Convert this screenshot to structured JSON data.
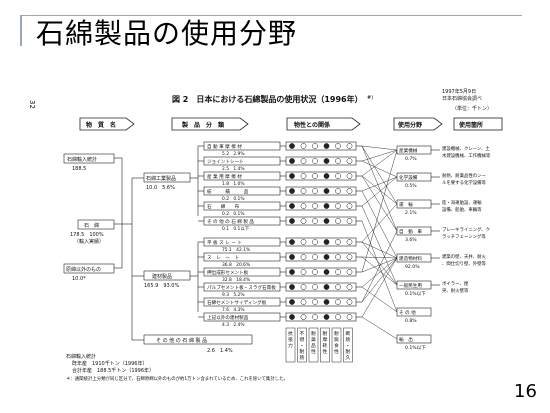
{
  "slide": {
    "title": "石綿製品の使用分野",
    "page_number": "16"
  },
  "figure": {
    "page_side_number": "32",
    "title": "図 2　日本における石綿製品の使用状況（1996年）",
    "title_note": "#)",
    "source_lines": [
      "1997年5月9日",
      "日本石綿協会調べ",
      "（単位：千トン）"
    ],
    "headers": {
      "material": "物　質　名",
      "products": "製　品　分　類",
      "properties": "物性との関係",
      "use_field": "使用分野",
      "use_examples": "使用箇所"
    },
    "materials": [
      {
        "name": "石綿輸入統計",
        "value": "188.5"
      },
      {
        "name": "石　綿",
        "value": "178.5　100%",
        "note": "（輸入実績）"
      },
      {
        "name": "原綿以外のもの",
        "value": "10.0*"
      }
    ],
    "groups": [
      {
        "name": "石綿工業製品",
        "value": "10.0　5.6%"
      },
      {
        "name": "建材製品",
        "value": "165.9　93.0%"
      },
      {
        "name": "そ の 他 の 石 綿 製 品",
        "value": "2.6　1.4%"
      }
    ],
    "products": [
      {
        "name": "自 動 車 摩 擦 材",
        "value": "5.2　2.9%"
      },
      {
        "name": "ジョイントシート",
        "value": "2.5　1.4%"
      },
      {
        "name": "産 業 用 摩 擦 材",
        "value": "1.8　1.0%"
      },
      {
        "name": "紡　　　績　　　品",
        "value": "0.2　0.1%"
      },
      {
        "name": "石　　綿　　布",
        "value": "0.2　0.1%"
      },
      {
        "name": "そ の 他 の 石 綿 製 品",
        "value": "0.1　0.1以下"
      },
      {
        "name": "平 板 ス レ ー ト",
        "value": "75.1　42.1%"
      },
      {
        "name": "ス　レ　ー　ト",
        "value": "36.8　20.6%"
      },
      {
        "name": "押出成形セメント板",
        "value": "32.8　18.4%"
      },
      {
        "name": "パルプセメント板・スラグ石膏板",
        "value": "9.3　5.2%"
      },
      {
        "name": "石綿セメントサイディング板",
        "value": "7.6　4.3%"
      },
      {
        "name": "上記以外の建材製品",
        "value": "4.3　2.4%"
      }
    ],
    "property_labels": [
      "抗張力",
      "不燃・耐熱性",
      "耐薬品性",
      "耐摩耗性",
      "耐腐食性",
      "断熱・耐久性"
    ],
    "use_fields": [
      {
        "name": "産業機械",
        "value": "0.7%"
      },
      {
        "name": "化学設備",
        "value": "0.5%"
      },
      {
        "name": "運　輸",
        "value": "2.1%"
      },
      {
        "name": "自　動　車",
        "value": "3.6%"
      },
      {
        "name": "建造物材料",
        "value": "92.0%"
      },
      {
        "name": "一般民生用",
        "value": "0.1%以下"
      },
      {
        "name": "そ の 他",
        "value": "0.8%"
      },
      {
        "name": "輸　出",
        "value": "0.1%以下"
      }
    ],
    "use_examples": [
      "建設機械、クレーン、土木建設機械、工作機械等",
      "耐熱、耐薬品性のシールを要する化学設備等",
      "陸・海運舶設、運輸設備、船舶、車輛等",
      "ブレーキライニング、クラッチフェーシング等",
      "建築の壁、天井、耐火、間仕切り壁、外壁等",
      "ボイラー、煙突、耐火壁等"
    ],
    "footer_lines": [
      "石綿輸入統計",
      "既年産　1910千トン（1996年）",
      "合計年産　188.5千トン（1996年）"
    ],
    "footnote": "＊：通関統計上分類が同じ区分で、石綿原綿以外のものが約1万トン含まれているため、これを除いて集計した。"
  }
}
